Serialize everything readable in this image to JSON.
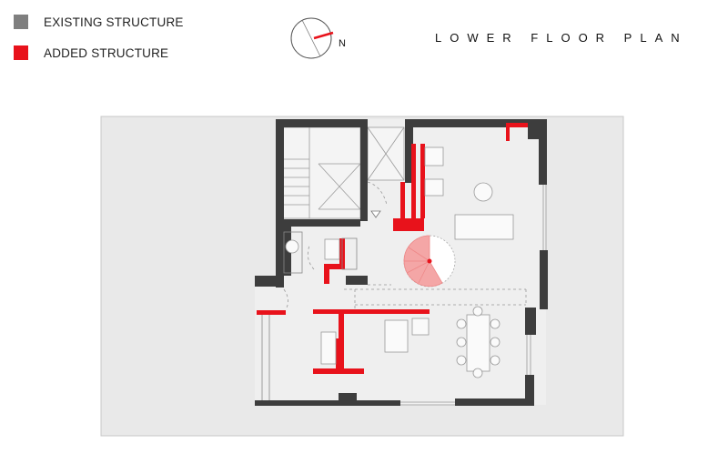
{
  "legend": {
    "items": [
      {
        "label": "EXISTING STRUCTURE",
        "color": "#7f7f7f"
      },
      {
        "label": "ADDED STRUCTURE",
        "color": "#e8121b"
      }
    ]
  },
  "title": "LOWER FLOOR PLAN",
  "compass": {
    "label": "N"
  },
  "colors": {
    "existing_wall": "#3d3d3d",
    "added_wall": "#e8121b",
    "ground": "#e9e9e9",
    "interior": "#eeeeee",
    "stair_fill": "#f4a6a6"
  }
}
